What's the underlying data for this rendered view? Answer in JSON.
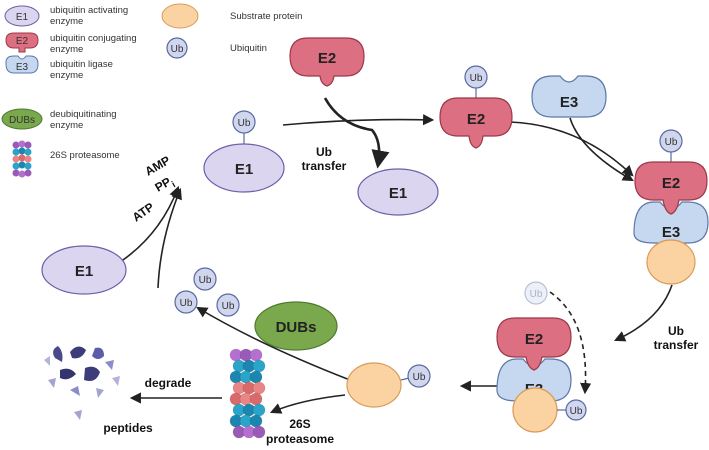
{
  "legend": {
    "e1": {
      "tag": "E1",
      "text1": "ubiquitin activating",
      "text2": "enzyme"
    },
    "e2": {
      "tag": "E2",
      "text1": "ubiquitin conjugating",
      "text2": "enzyme"
    },
    "e3": {
      "tag": "E3",
      "text1": "ubiquitin ligase",
      "text2": "enzyme"
    },
    "dubs": {
      "tag": "DUBs",
      "text1": "deubiquitinating",
      "text2": "enzyme"
    },
    "proteasome": {
      "text": "26S proteasome"
    },
    "substrate": {
      "text": "Substrate protein"
    },
    "ubiquitin": {
      "tag": "Ub",
      "text": "Ubiquitin"
    }
  },
  "nodes": {
    "e1": "E1",
    "e2": "E2",
    "e3": "E3",
    "ub": "Ub",
    "dubs": "DUBs"
  },
  "labels": {
    "atp": "ATP",
    "amp": "AMP",
    "ppi": "PP",
    "ppi_sub": "i",
    "ub_transfer_line1": "Ub",
    "ub_transfer_line2": "transfer",
    "degrade": "degrade",
    "peptides": "peptides",
    "proteasome_line1": "26S",
    "proteasome_line2": "proteasome"
  },
  "colors": {
    "e1_fill": "#dcd5f0",
    "e1_stroke": "#6d5fa8",
    "e2_fill": "#dc6f82",
    "e2_stroke": "#9c3848",
    "e3_fill": "#c6d8ef",
    "e3_stroke": "#5b79a8",
    "dubs_fill": "#7aa84c",
    "dubs_stroke": "#4f7a2f",
    "substrate_fill": "#fbd3a2",
    "substrate_stroke": "#d99b57",
    "ub_fill": "#cfd6ee",
    "ub_stroke": "#5a6aa0"
  }
}
